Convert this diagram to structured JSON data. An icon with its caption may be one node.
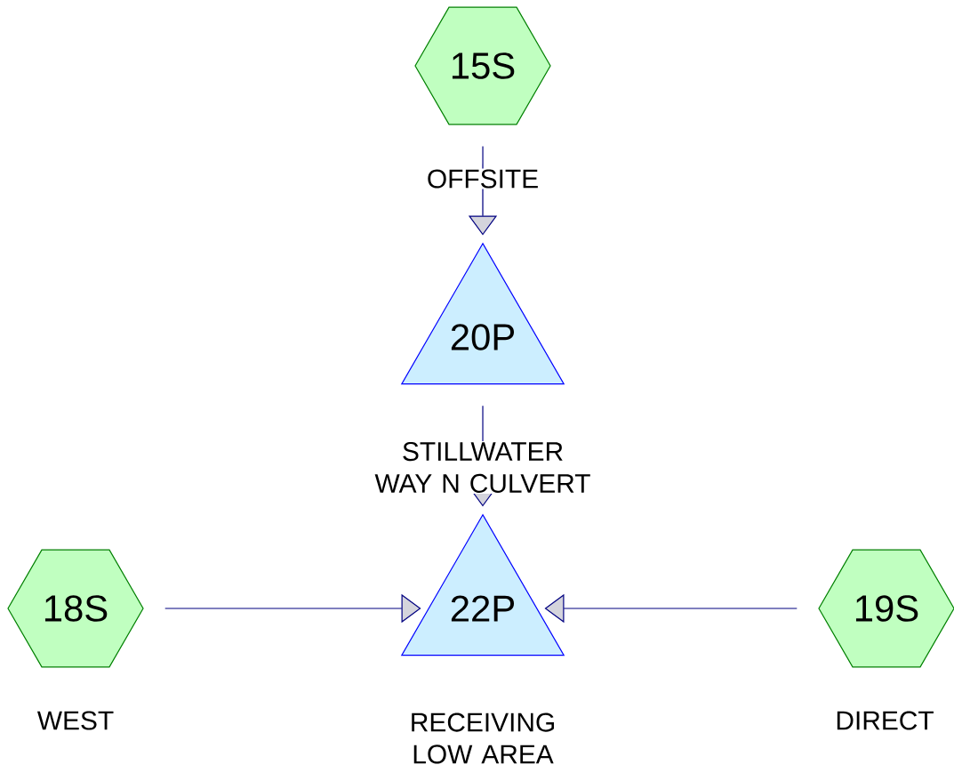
{
  "diagram": {
    "nodes": [
      {
        "text": [
          "15S"
        ],
        "beside": [
          "OFFSITE"
        ]
      },
      {
        "text": [
          "20P"
        ]
      },
      {
        "text": [
          "18S"
        ],
        "beside": [
          "WEST"
        ]
      },
      {
        "text": [
          "22P"
        ],
        "beside": [
          "RECEIVING LOW AREA"
        ]
      },
      {
        "text": [
          "19S"
        ],
        "beside": [
          "DIRECT"
        ]
      }
    ],
    "edges": [
      {
        "from": 0,
        "to": 1,
        "arrow": "to"
      },
      {
        "from": 1,
        "to": 3,
        "arrow": "to",
        "label": "STILLWATER WAY N CULVERT"
      },
      {
        "from": 2,
        "to": 3,
        "arrow": "to"
      },
      {
        "from": 4,
        "to": 3,
        "arrow": "to"
      }
    ]
  }
}
